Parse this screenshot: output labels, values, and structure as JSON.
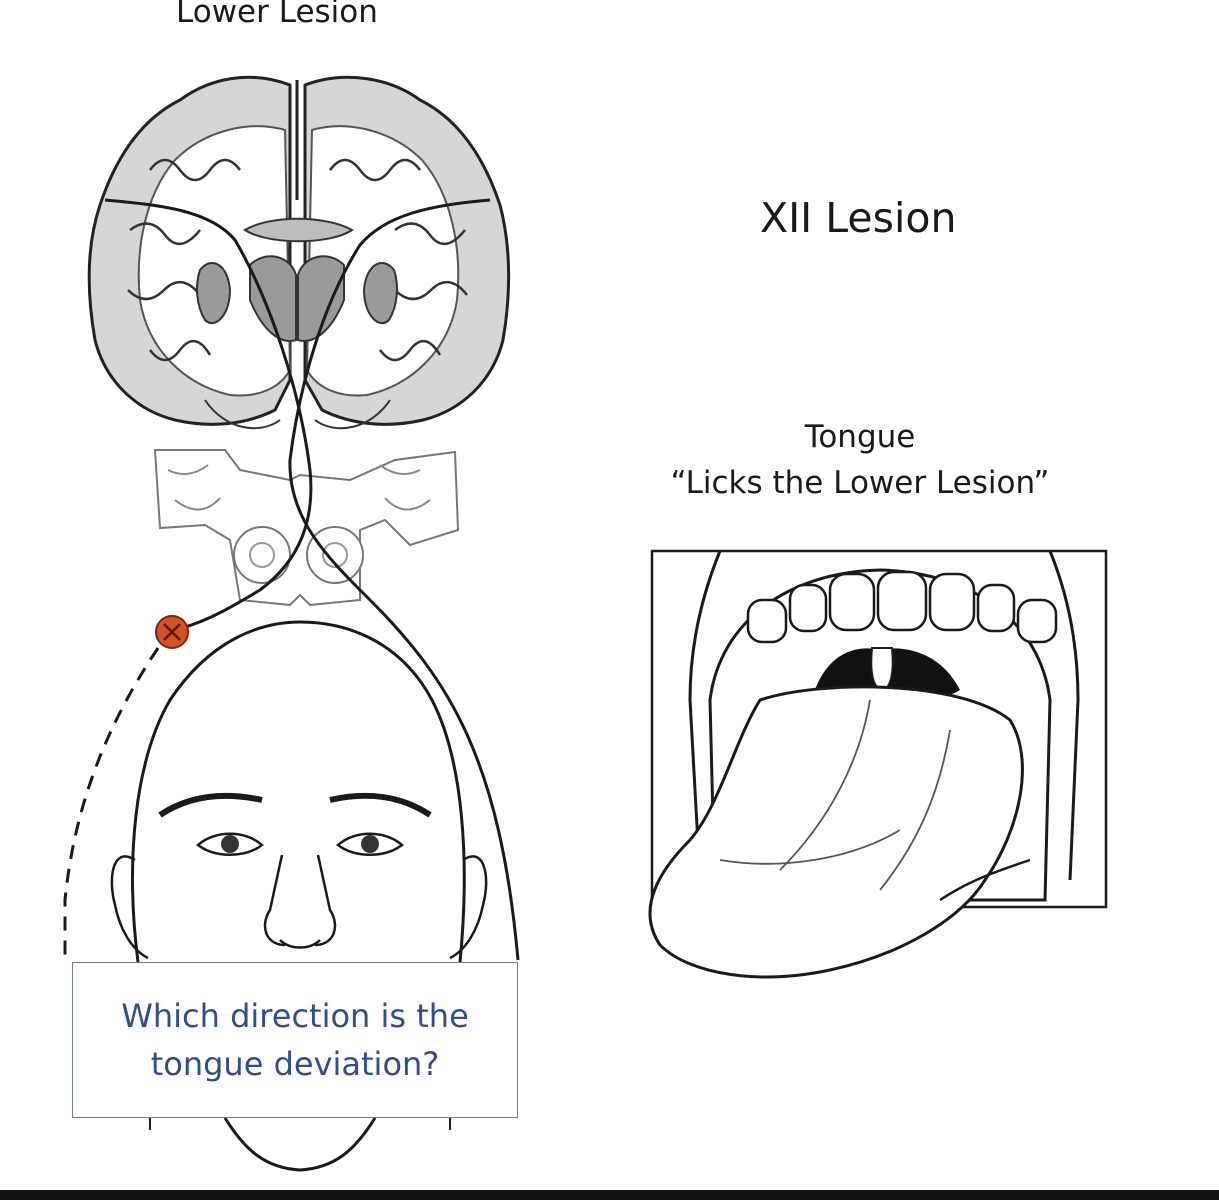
{
  "header": {
    "title": "Lower Lesion"
  },
  "right_panel": {
    "title": "XII Lesion",
    "caption_line1": "Tongue",
    "caption_line2": "“Licks the Lower Lesion”"
  },
  "question": {
    "line1": "Which direction is the",
    "line2": "tongue deviation?"
  },
  "colors": {
    "question_text": "#2e4e8f",
    "lesion_marker": "#d2522a",
    "brain_grey": "#d6d6d6",
    "deep_grey": "#9a9a9a",
    "mouth_dark": "#111111"
  }
}
